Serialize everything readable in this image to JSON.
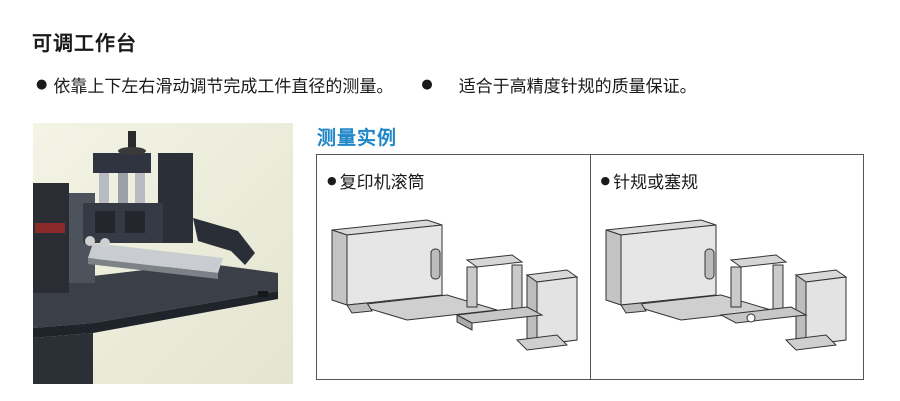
{
  "title": "可调工作台",
  "bullets": [
    "依靠上下左右滑动调节完成工件直径的测量。",
    "适合于高精度针规的质量保证。"
  ],
  "section_title": "测量实例",
  "examples": [
    {
      "label": "复印机滚筒"
    },
    {
      "label": "针规或塞规"
    }
  ]
}
